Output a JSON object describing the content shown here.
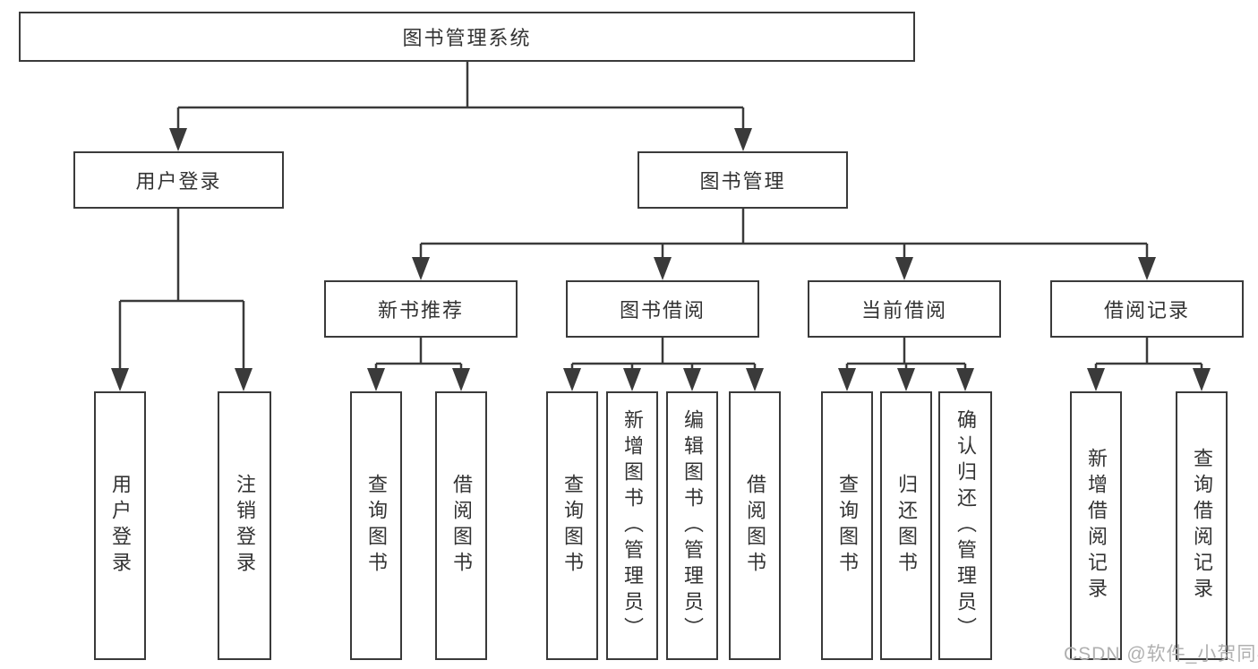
{
  "diagram": {
    "root": {
      "label": "图书管理系统"
    },
    "level2": [
      {
        "label": "用户登录",
        "children": [
          {
            "label": "用户登录"
          },
          {
            "label": "注销登录"
          }
        ]
      },
      {
        "label": "图书管理",
        "children": [
          {
            "label": "新书推荐",
            "children": [
              {
                "label": "查询图书"
              },
              {
                "label": "借阅图书"
              }
            ]
          },
          {
            "label": "图书借阅",
            "children": [
              {
                "label": "查询图书"
              },
              {
                "label": "新增图书（管理员）"
              },
              {
                "label": "编辑图书（管理员）"
              },
              {
                "label": "借阅图书"
              }
            ]
          },
          {
            "label": "当前借阅",
            "children": [
              {
                "label": "查询图书"
              },
              {
                "label": "归还图书"
              },
              {
                "label": "确认归还（管理员）"
              }
            ]
          },
          {
            "label": "借阅记录",
            "children": [
              {
                "label": "新增借阅记录"
              },
              {
                "label": "查询借阅记录"
              }
            ]
          }
        ]
      }
    ]
  },
  "watermark": {
    "text": "CSDN @软件_小贺同学"
  },
  "colors": {
    "line": "#3a3a3a",
    "text": "#333333",
    "watermark": "#b0b0b0",
    "background": "#ffffff"
  }
}
